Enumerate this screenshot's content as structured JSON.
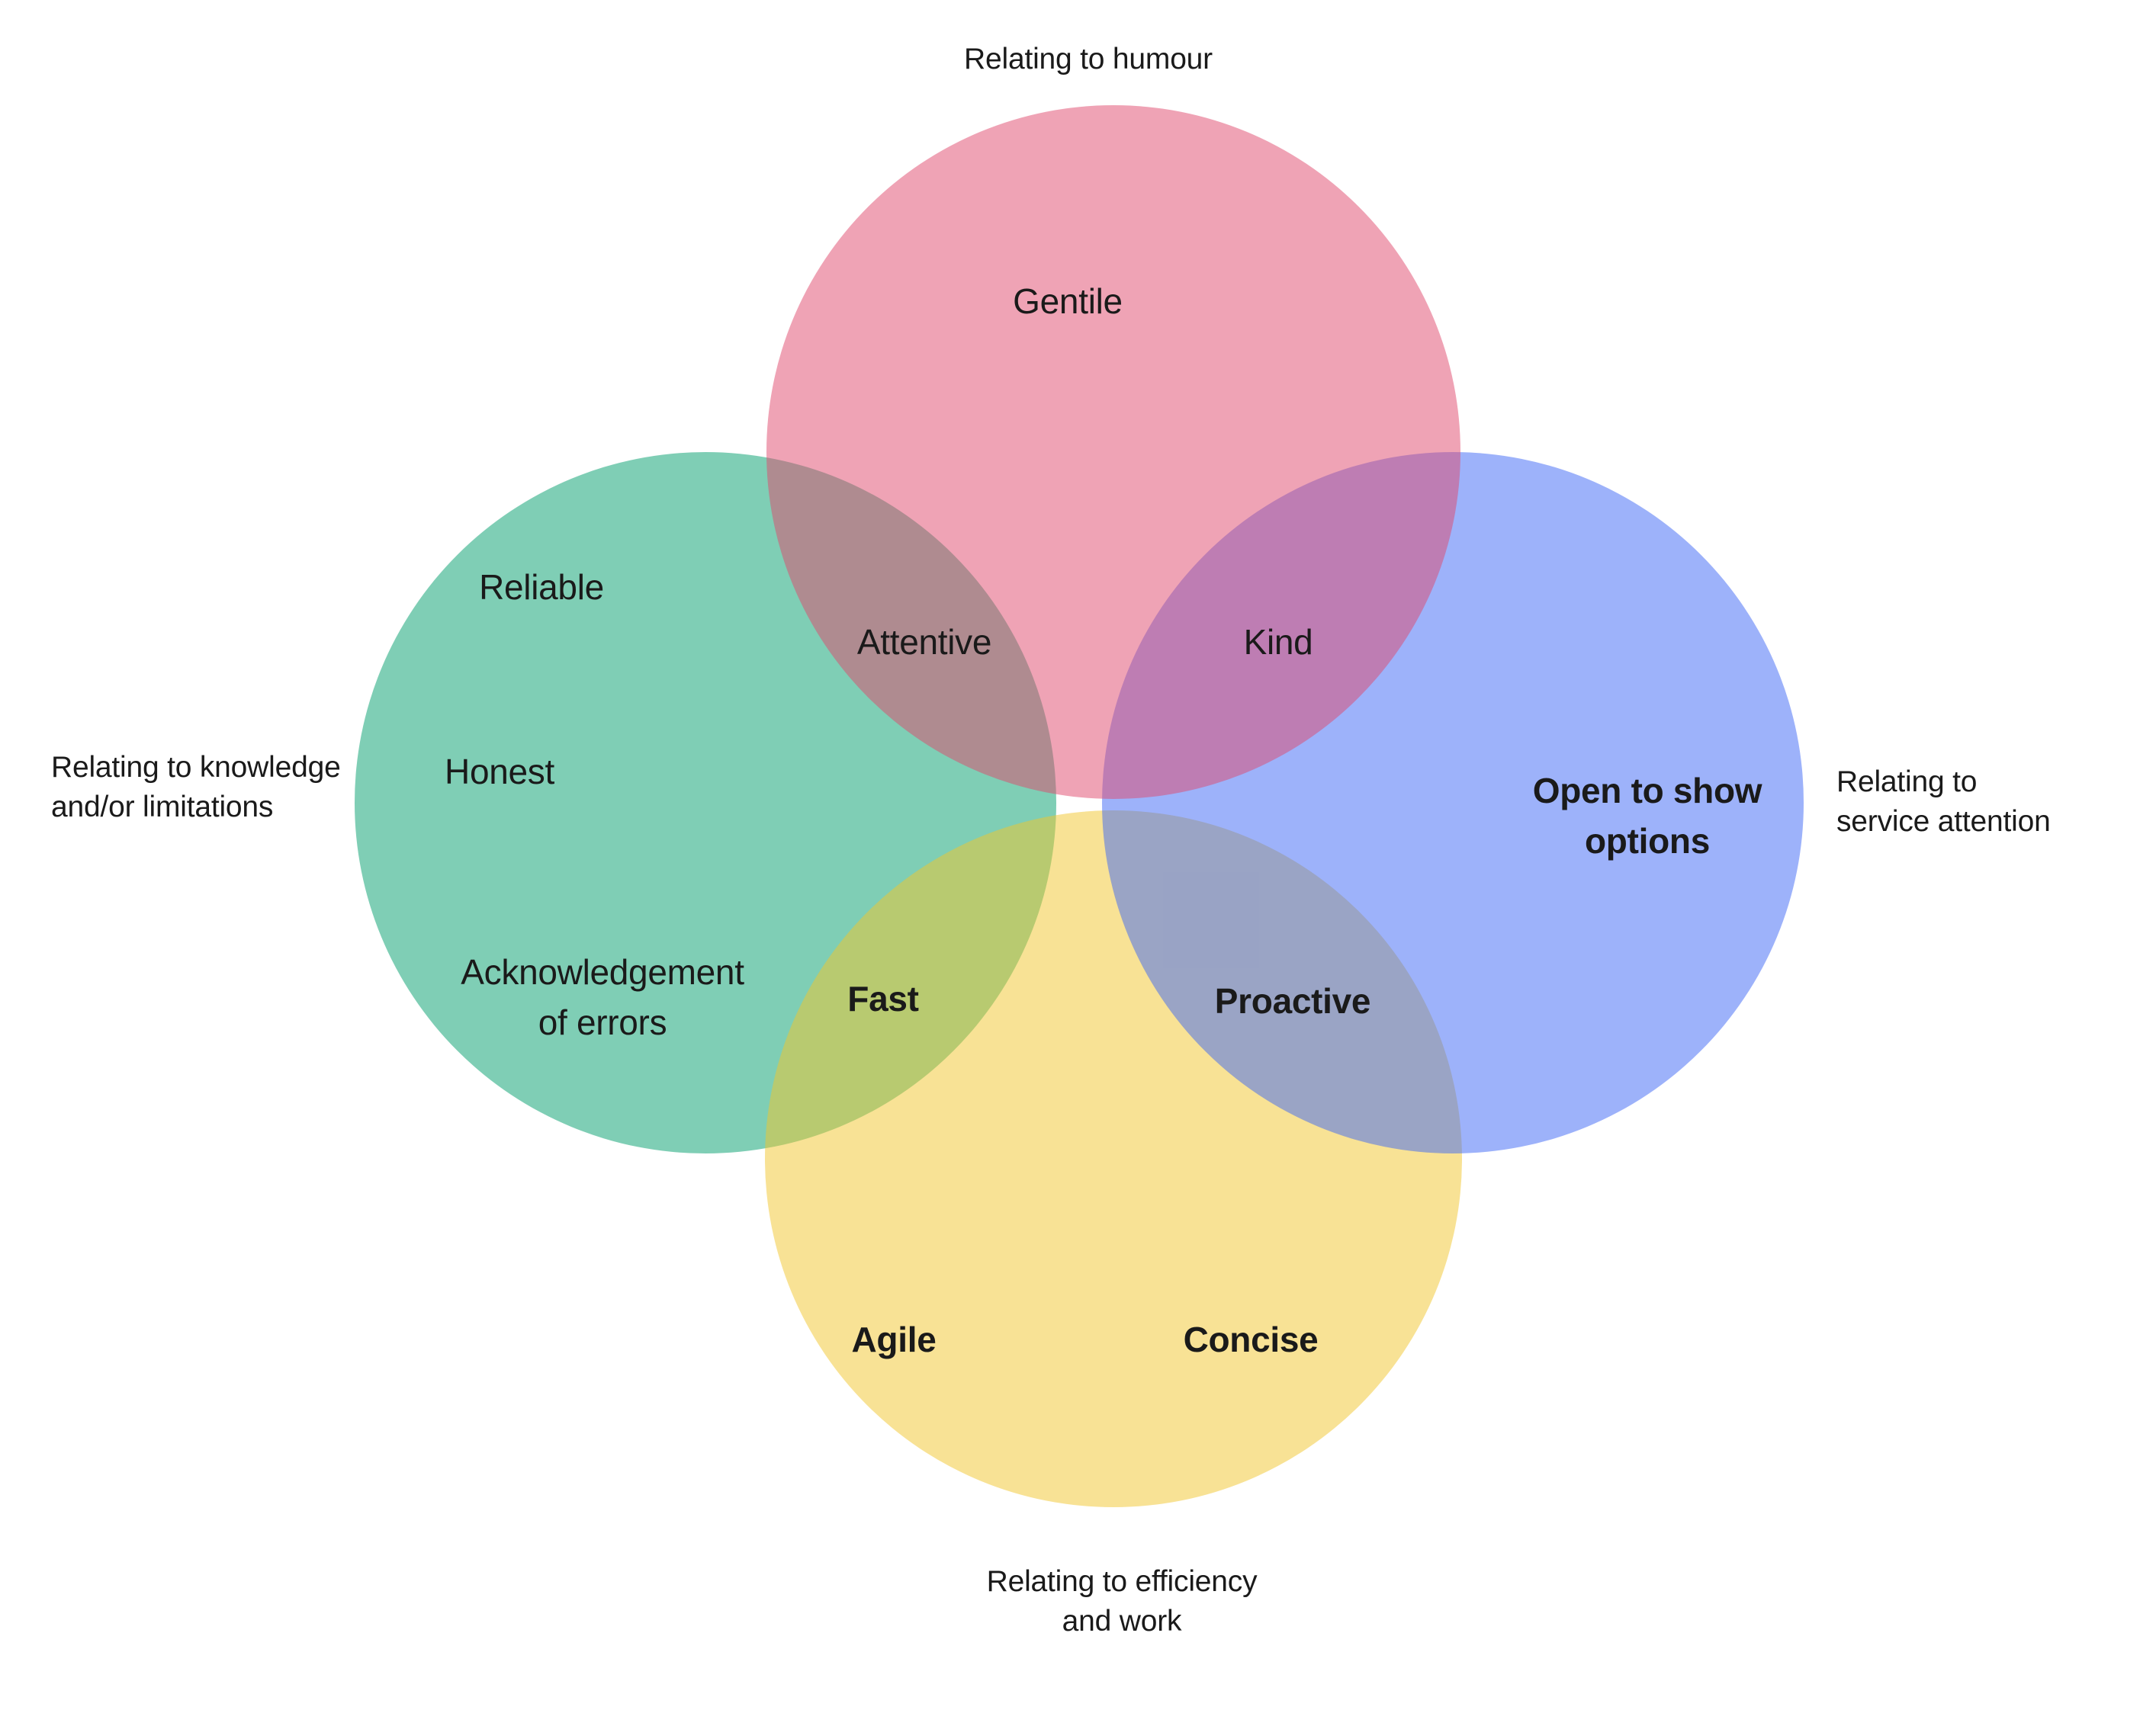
{
  "venn": {
    "text_color": "#1a1a1a",
    "sets": {
      "humour": {
        "outside_label": {
          "line1": "Relating to humour"
        },
        "fill": "rgba(223,71,107,0.5)",
        "rendered_color": "#EFA3B5",
        "items": {
          "gentile": "Gentile"
        }
      },
      "knowledge": {
        "outside_label": {
          "line1": "Relating to knowledge",
          "line2": "and/or limitations"
        },
        "fill": "rgba(0,157,107,0.5)",
        "rendered_color": "#7DCEB5",
        "items": {
          "reliable": "Reliable",
          "honest": "Honest",
          "acknowledgement": {
            "line1": "Acknowledgement",
            "line2": "of errors"
          }
        }
      },
      "service": {
        "outside_label": {
          "line1": "Relating to",
          "line2": "service attention"
        },
        "fill": "rgba(59,101,245,0.5)",
        "rendered_color": "#9DB2FA",
        "items": {
          "open_to_show_options": {
            "line1": "Open to show",
            "line2": "options"
          }
        }
      },
      "efficiency": {
        "outside_label": {
          "line1": "Relating to efficiency",
          "line2": "and work"
        },
        "fill": "rgba(241,197,43,0.5)",
        "rendered_color": "#F8E295",
        "items": {
          "agile": "Agile",
          "concise": "Concise"
        }
      }
    },
    "intersections": {
      "humour_knowledge": "Attentive",
      "humour_service": "Kind",
      "knowledge_efficiency": "Fast",
      "service_efficiency": "Proactive"
    }
  }
}
